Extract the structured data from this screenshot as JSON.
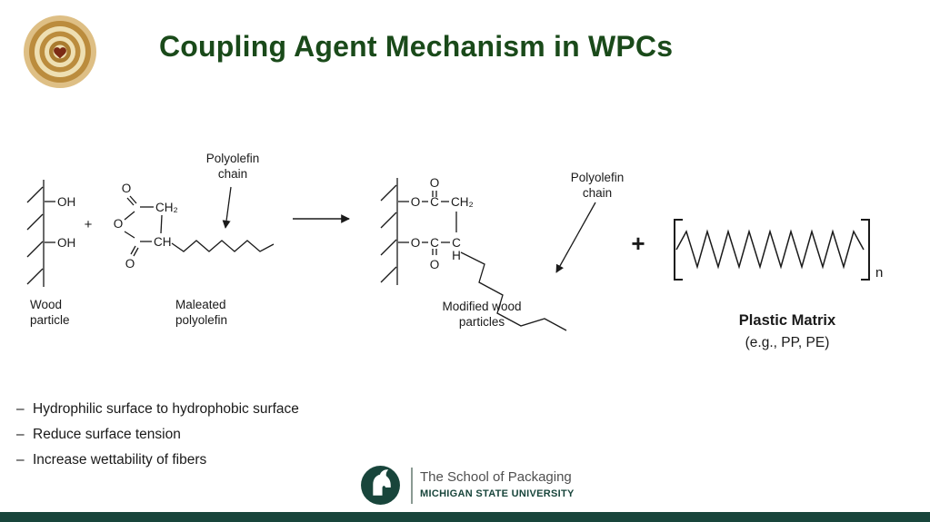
{
  "slide": {
    "title": "Coupling Agent Mechanism in WPCs",
    "bullet_dash": "–",
    "bullets": [
      "Hydrophilic surface to hydrophobic surface",
      "Reduce surface tension",
      "Increase wettability of fibers"
    ]
  },
  "diagram": {
    "labels": {
      "wood_particle": "Wood particle",
      "maleated_polyolefin": "Maleated polyolefin",
      "modified_wood": "Modified wood particles",
      "polyolefin_chain": "Polyolefin chain",
      "plastic_matrix": "Plastic Matrix",
      "plastic_matrix_examples": "(e.g., PP, PE)",
      "repeat_subscript": "n"
    },
    "atoms": {
      "oh": "OH",
      "o": "O",
      "c": "C",
      "h": "H",
      "ch": "CH",
      "ch2": "CH₂",
      "plus": "+"
    }
  },
  "footer": {
    "school": "The School of Packaging",
    "university": "MICHIGAN STATE UNIVERSITY"
  },
  "colors": {
    "title_green": "#1a4a1a",
    "msu_green": "#18453B",
    "footer_gray": "#4f4f4f",
    "log_tan": "#debf85",
    "log_brown": "#bb8c3d",
    "log_cream": "#eedfb2",
    "log_dark": "#aa7c30",
    "heart_maroon": "#7c2b15"
  }
}
